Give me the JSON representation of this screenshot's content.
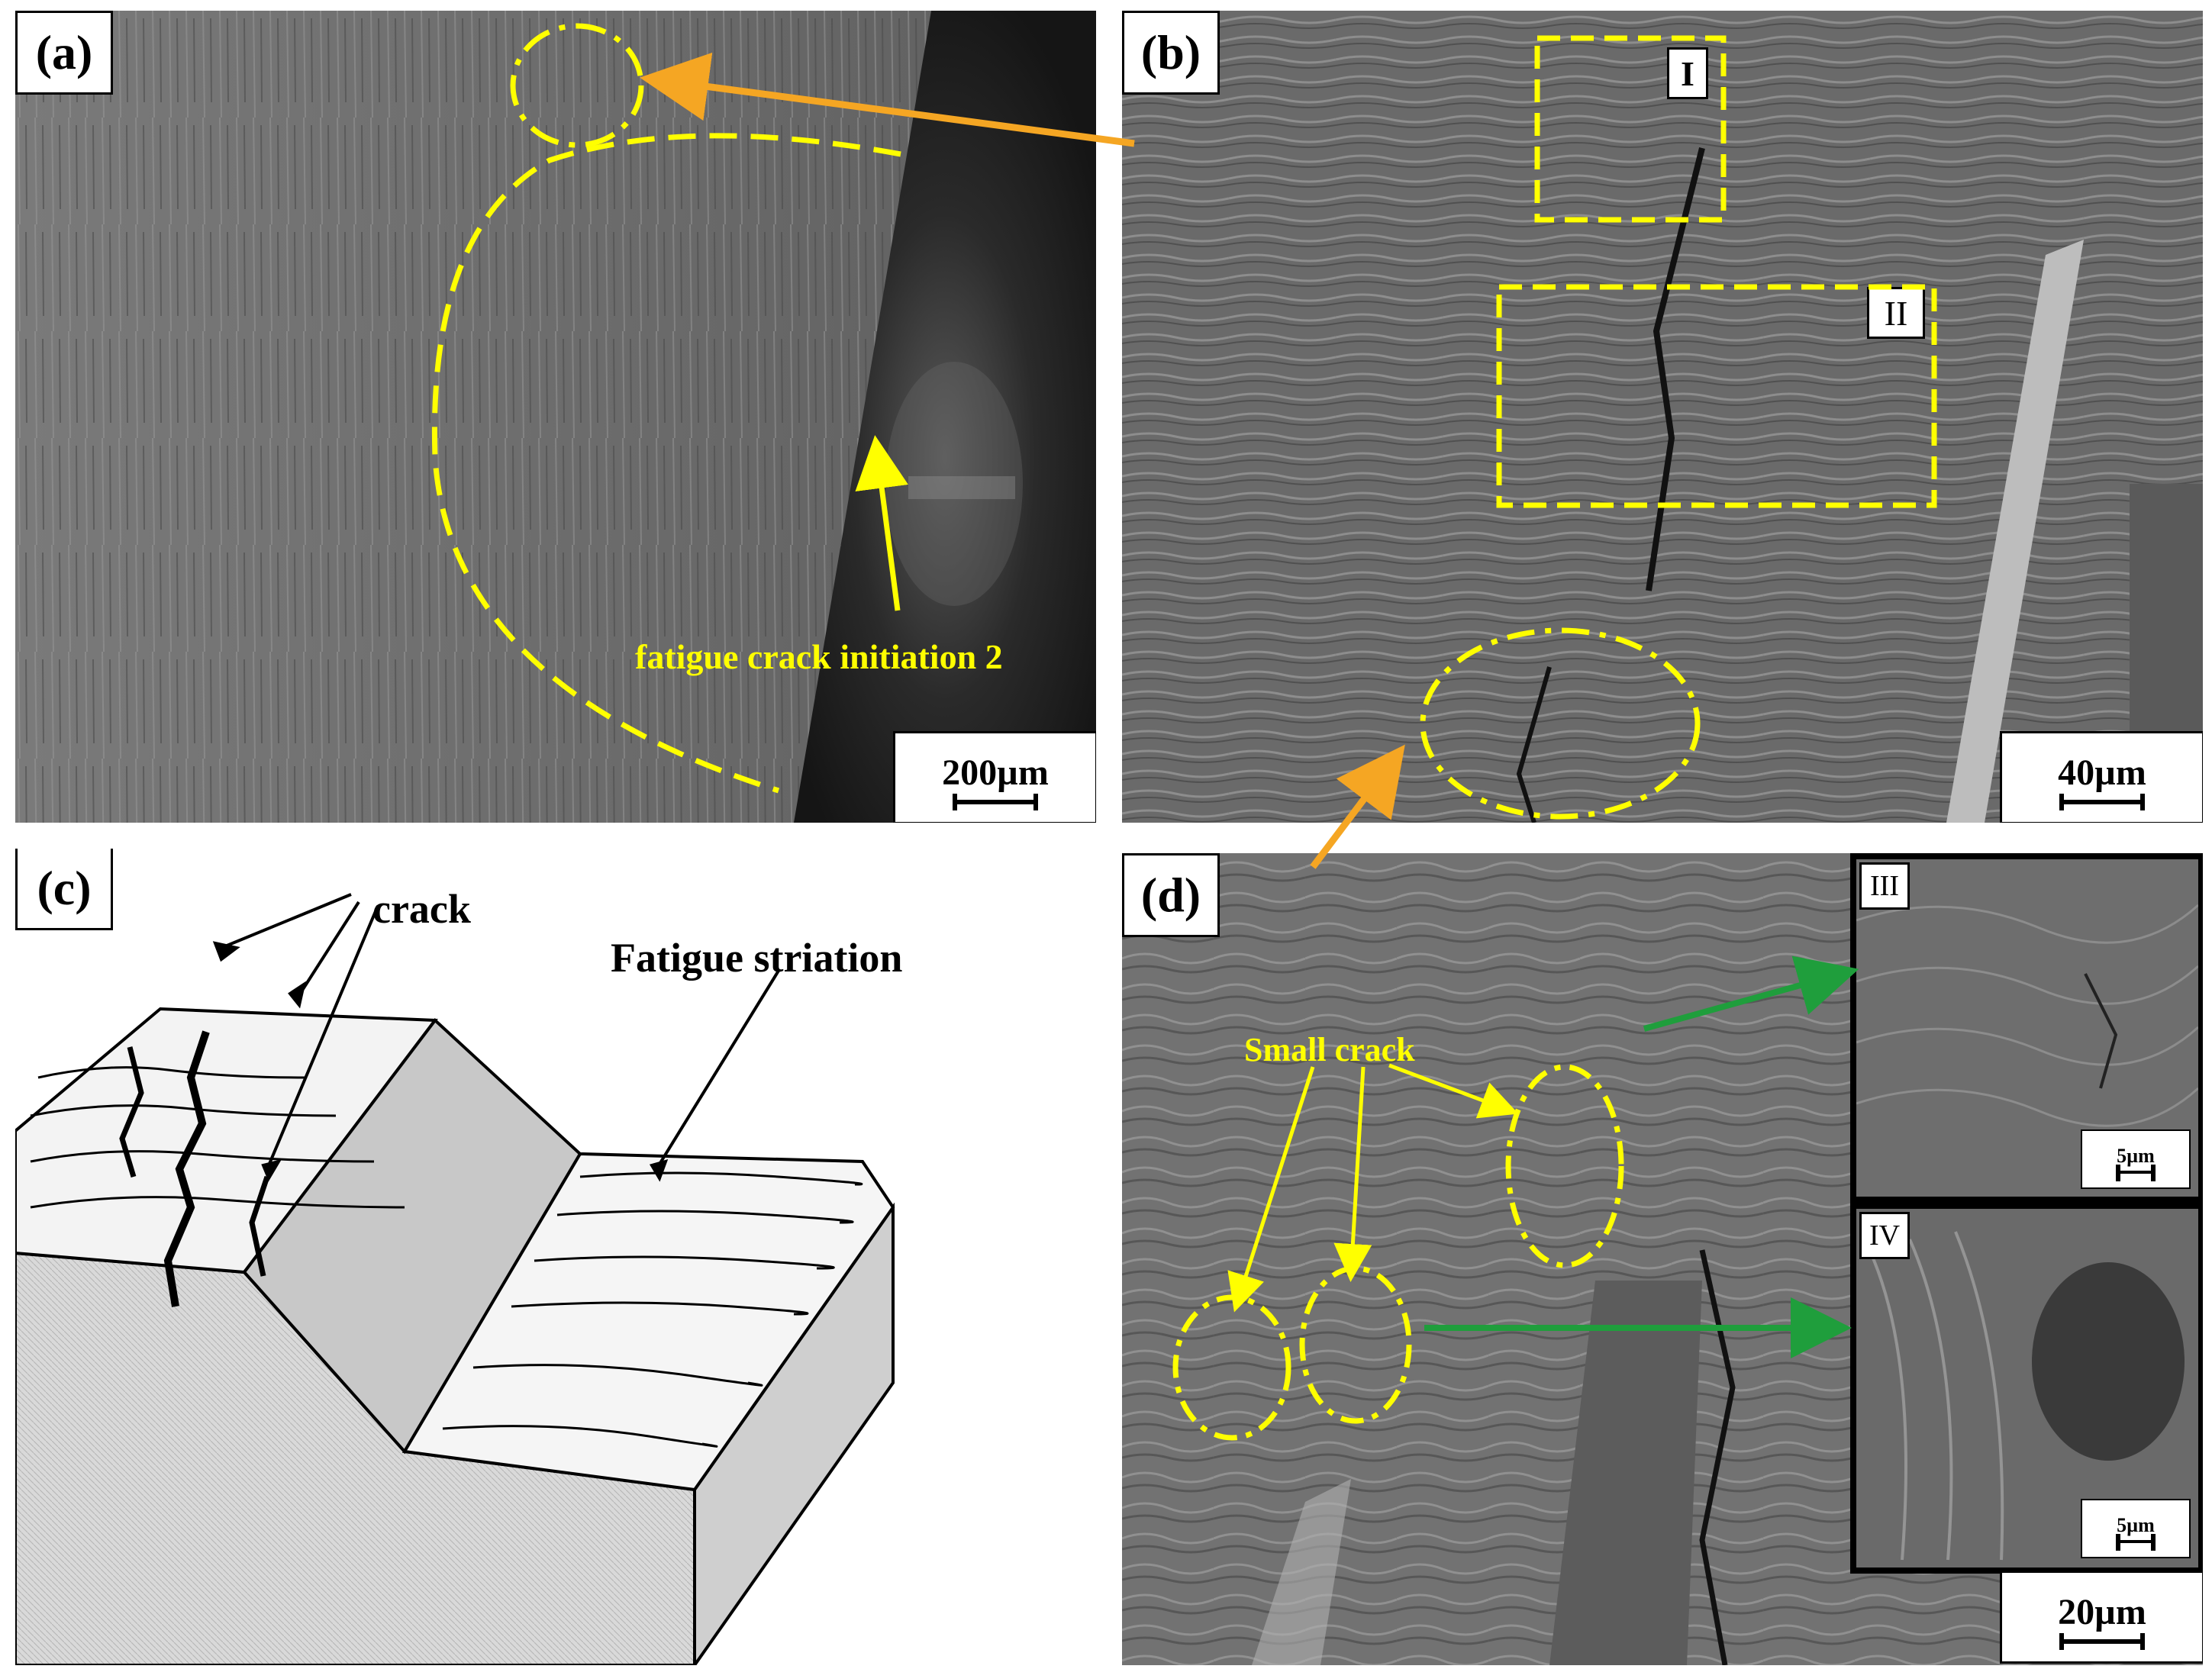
{
  "panels": {
    "a": {
      "label": "(a)",
      "scale": "200µm",
      "annotation": "fatigue crack initiation 2"
    },
    "b": {
      "label": "(b)",
      "scale": "40µm",
      "region_1": "I",
      "region_2": "II"
    },
    "c": {
      "label": "(c)",
      "crack_label": "crack",
      "striation_label": "Fatigue striation"
    },
    "d": {
      "label": "(d)",
      "scale": "20µm",
      "annotation": "Small crack",
      "inset_3": {
        "label": "III",
        "scale": "5µm"
      },
      "inset_4": {
        "label": "IV",
        "scale": "5µm"
      }
    }
  },
  "colors": {
    "annotation_yellow": "#ffff00",
    "arrow_orange": "#f5a623",
    "arrow_green": "#1f9e3c",
    "sem_gray": "#6c6c6c"
  }
}
